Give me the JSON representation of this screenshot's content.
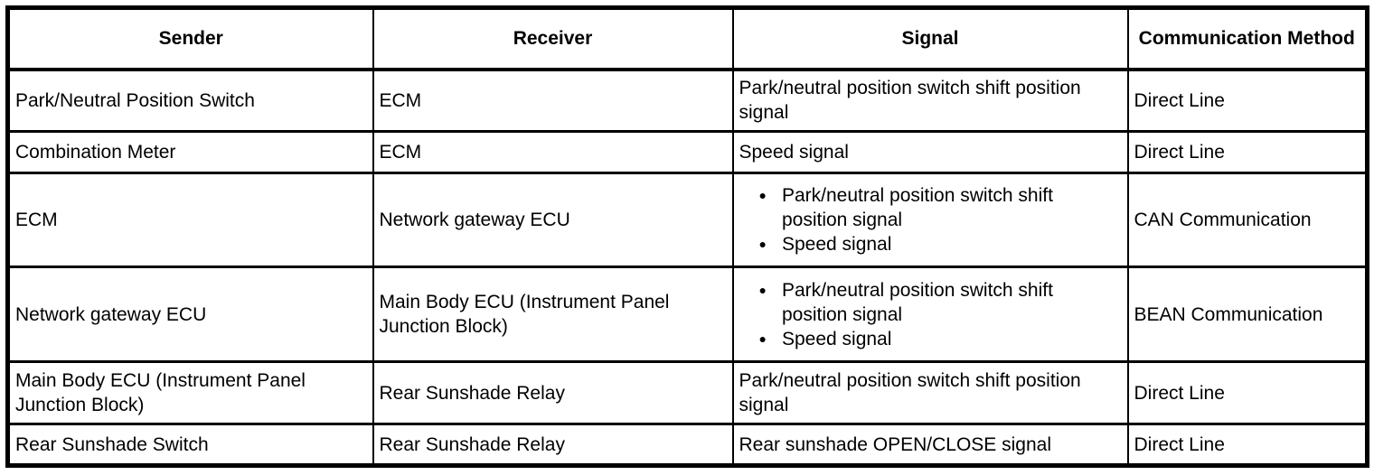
{
  "colors": {
    "background": "#ffffff",
    "border": "#000000",
    "text": "#000000"
  },
  "icons": {
    "bullet": "●"
  },
  "table": {
    "columns": [
      "Sender",
      "Receiver",
      "Signal",
      "Communication Method"
    ],
    "rows": [
      {
        "sender": "Park/Neutral Position Switch",
        "receiver": "ECM",
        "signals": [
          "Park/neutral position switch shift position signal"
        ],
        "method": "Direct Line"
      },
      {
        "sender": "Combination Meter",
        "receiver": "ECM",
        "signals": [
          "Speed signal"
        ],
        "method": "Direct Line"
      },
      {
        "sender": "ECM",
        "receiver": "Network gateway ECU",
        "signals": [
          "Park/neutral position switch shift position signal",
          "Speed signal"
        ],
        "method": "CAN Communication"
      },
      {
        "sender": "Network gateway ECU",
        "receiver": "Main Body ECU (Instrument Panel Junction Block)",
        "signals": [
          "Park/neutral position switch shift position signal",
          "Speed signal"
        ],
        "method": "BEAN Communication"
      },
      {
        "sender": "Main Body ECU (Instrument Panel Junction Block)",
        "receiver": "Rear Sunshade Relay",
        "signals": [
          "Park/neutral position switch shift position signal"
        ],
        "method": "Direct Line"
      },
      {
        "sender": "Rear Sunshade Switch",
        "receiver": "Rear Sunshade Relay",
        "signals": [
          "Rear sunshade OPEN/CLOSE signal"
        ],
        "method": "Direct Line"
      }
    ]
  }
}
